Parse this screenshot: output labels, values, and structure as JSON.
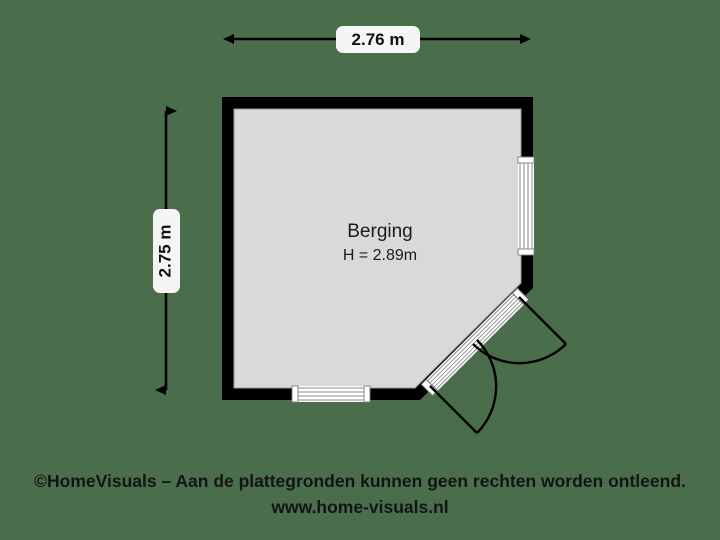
{
  "page": {
    "background_color": "#4a6e4c",
    "title": "Floor plan - Berging"
  },
  "plan": {
    "floor_fill_color": "#d8dad9",
    "wall_color": "#000000",
    "window_fill_color": "#ffffff",
    "room": {
      "name": "Berging",
      "height_label": "H = 2.89m"
    },
    "dimensions": {
      "width_label": "2.76 m",
      "height_label": "2.75 m"
    },
    "openings": {
      "right_window": "window",
      "bottom_window": "window",
      "diagonal_double_door": "double-door"
    }
  },
  "footer": {
    "copyright_line": "©HomeVisuals – Aan de plattegronden kunnen geen rechten worden ontleend.",
    "website": "www.home-visuals.nl"
  }
}
